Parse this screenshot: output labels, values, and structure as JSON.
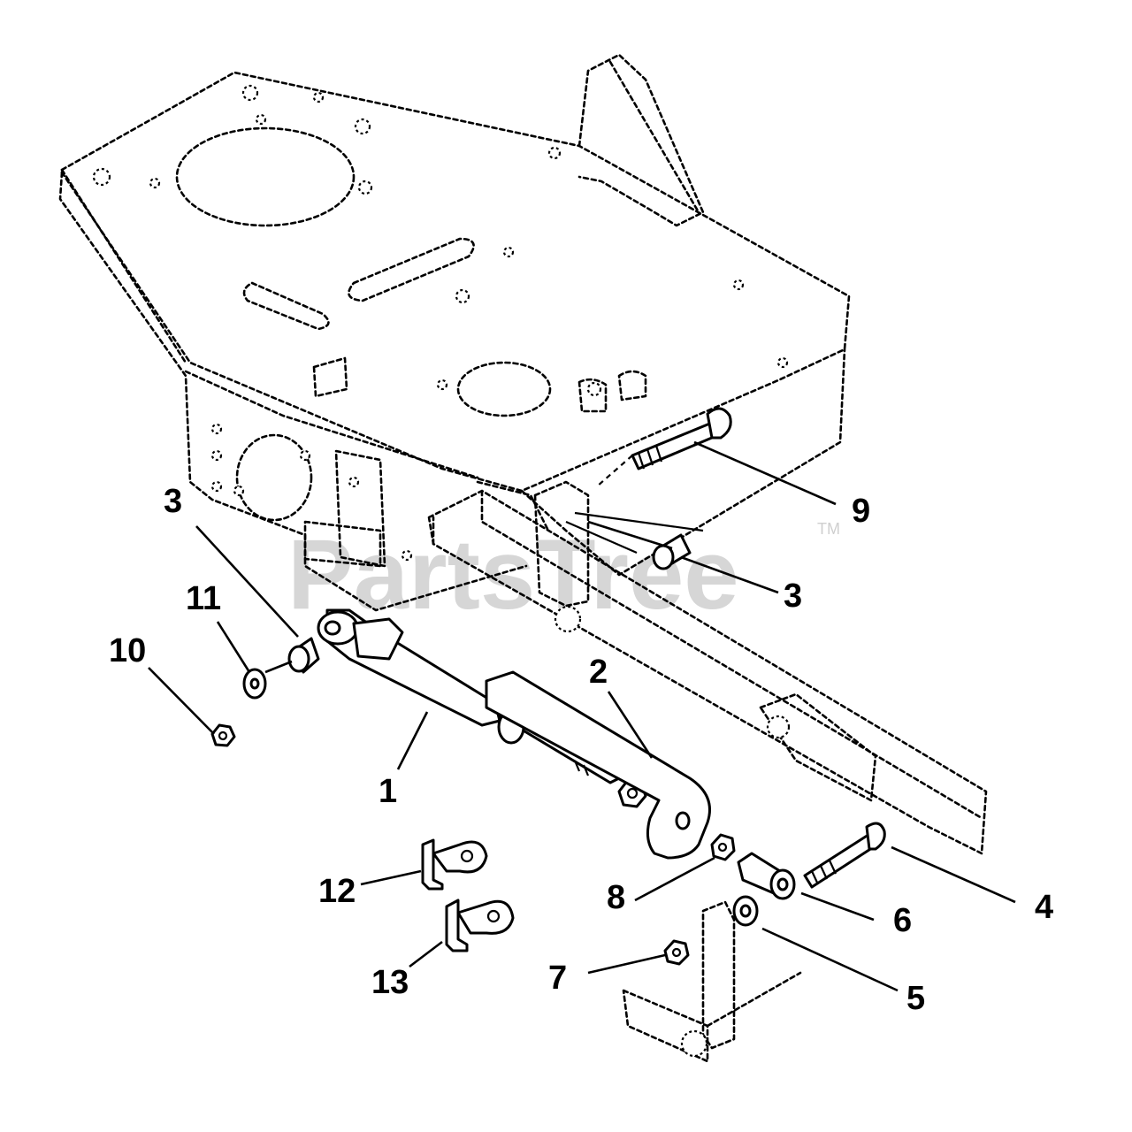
{
  "watermark": {
    "text": "PartsTree",
    "trademark": "TM"
  },
  "callouts": {
    "c1": "1",
    "c2": "2",
    "c3a": "3",
    "c3b": "3",
    "c4": "4",
    "c5": "5",
    "c6": "6",
    "c7": "7",
    "c8": "8",
    "c9": "9",
    "c10": "10",
    "c11": "11",
    "c12": "12",
    "c13": "13"
  }
}
